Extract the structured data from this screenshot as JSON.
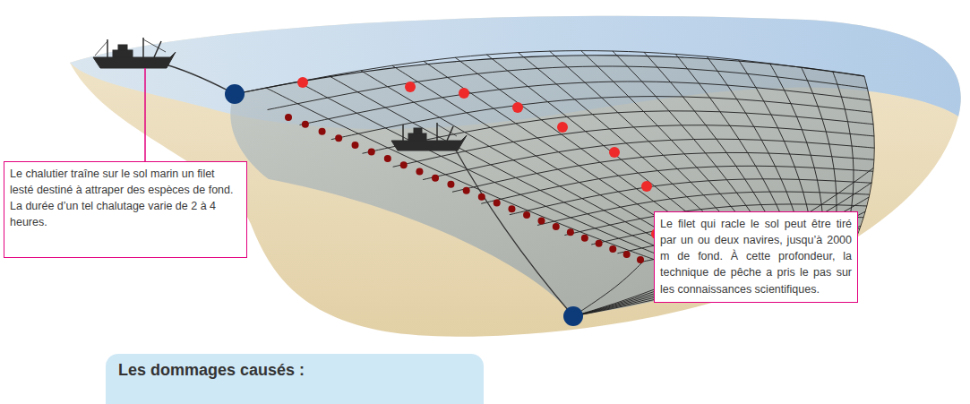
{
  "diagram": {
    "nodes": [
      {
        "text": [
          "Le chalutier traîne sur le sol marin un filet lesté destiné à attraper des espèces de fond. La durée d’un tel chalutage varie de 2 à 4 heures."
        ]
      },
      {
        "text": [
          "Le filet qui racle le sol peut être tiré par un ou deux navires, jusqu’à 2000 m de fond. À cette profondeur, la technique de pêche a pris le pas sur les connaissances scientifiques."
        ]
      },
      {
        "text": [
          "Les dommages causés :"
        ]
      }
    ]
  }
}
